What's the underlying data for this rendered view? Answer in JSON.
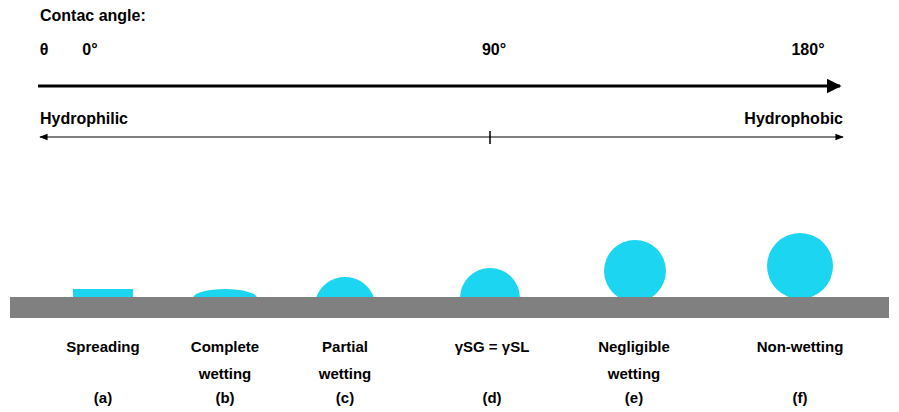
{
  "diagram": {
    "labels": [
      "Contac angle:",
      "θ",
      "0°",
      "90°",
      "180°",
      "Hydrophilic",
      "Hydrophobic",
      "Spreading",
      "Complete wetting",
      "Partial wetting",
      "γSG = γSL",
      "Negligible wetting",
      "Non-wetting",
      "(a)",
      "(b)",
      "(c)",
      "(d)",
      "(e)",
      "(f)"
    ]
  }
}
